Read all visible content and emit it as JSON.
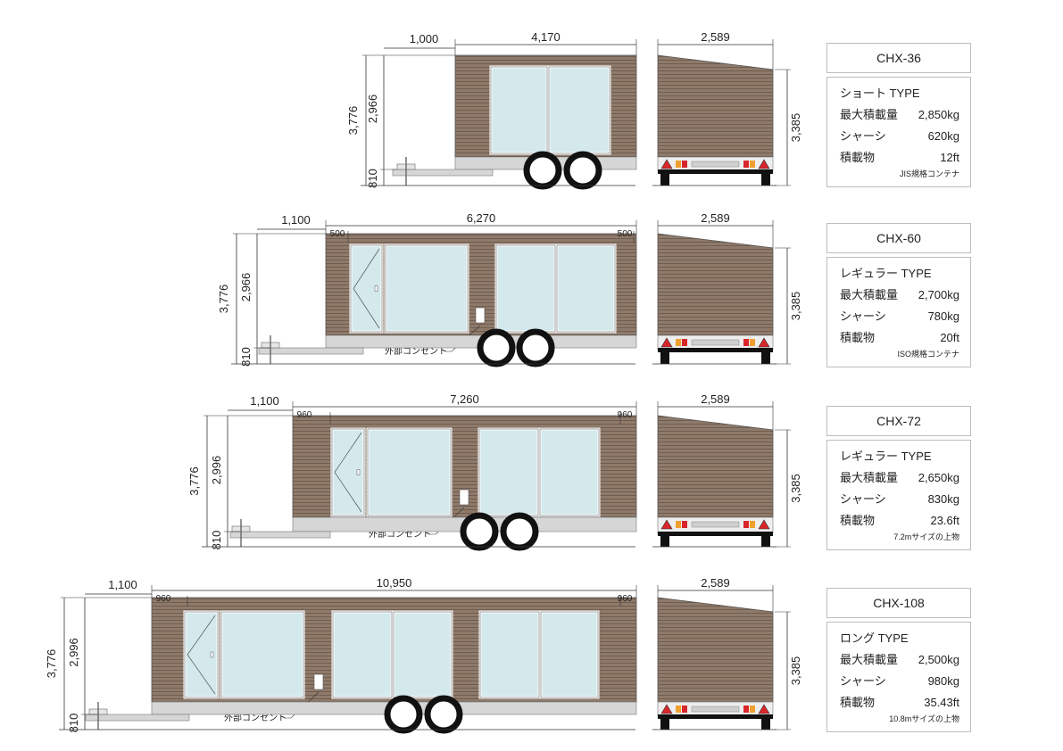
{
  "models": [
    {
      "id": "CHX-36",
      "type": "ショート TYPE",
      "specs": [
        {
          "label": "最大積載量",
          "value": "2,850kg"
        },
        {
          "label": "シャーシ",
          "value": "620kg"
        },
        {
          "label": "積載物",
          "value": "12ft"
        }
      ],
      "note": "JIS規格コンテナ",
      "dims": {
        "overall_height": "3,776",
        "body_height": "2,966",
        "chassis_height": "810",
        "hitch": "1,000",
        "body_length": "4,170",
        "width": "2,589",
        "end_height": "3,385"
      }
    },
    {
      "id": "CHX-60",
      "type": "レギュラー TYPE",
      "specs": [
        {
          "label": "最大積載量",
          "value": "2,700kg"
        },
        {
          "label": "シャーシ",
          "value": "780kg"
        },
        {
          "label": "積載物",
          "value": "20ft"
        }
      ],
      "note": "ISO規格コンテナ",
      "outlet": "外部コンセント",
      "dims": {
        "overall_height": "3,776",
        "body_height": "2,966",
        "chassis_height": "810",
        "hitch": "1,100",
        "body_length": "6,270",
        "overhang_front": "500",
        "overhang_rear": "500",
        "width": "2,589",
        "end_height": "3,385"
      }
    },
    {
      "id": "CHX-72",
      "type": "レギュラー TYPE",
      "specs": [
        {
          "label": "最大積載量",
          "value": "2,650kg"
        },
        {
          "label": "シャーシ",
          "value": "830kg"
        },
        {
          "label": "積載物",
          "value": "23.6ft"
        }
      ],
      "note": "7.2mサイズの上物",
      "outlet": "外部コンセント",
      "dims": {
        "overall_height": "3,776",
        "body_height": "2,996",
        "chassis_height": "810",
        "hitch": "1,100",
        "body_length": "7,260",
        "overhang_front": "960",
        "overhang_rear": "960",
        "width": "2,589",
        "end_height": "3,385"
      }
    },
    {
      "id": "CHX-108",
      "type": "ロング TYPE",
      "specs": [
        {
          "label": "最大積載量",
          "value": "2,500kg"
        },
        {
          "label": "シャーシ",
          "value": "980kg"
        },
        {
          "label": "積載物",
          "value": "35.43ft"
        }
      ],
      "note": "10.8mサイズの上物",
      "outlet": "外部コンセント",
      "dims": {
        "overall_height": "3,776",
        "body_height": "2,996",
        "chassis_height": "810",
        "hitch": "1,100",
        "body_length": "10,950",
        "overhang_front": "960",
        "overhang_rear": "960",
        "width": "2,589",
        "end_height": "3,385"
      }
    }
  ],
  "colors": {
    "siding": "#8f7a6a",
    "siding_line": "#6a5a4e",
    "end_siding": "#8a7565",
    "glass": "#d3e9ec",
    "frame": "#ffffff",
    "chassis": "#d6d6d6",
    "wheel": "#111111",
    "tail_red": "#d8262a",
    "tail_amber": "#f0a030"
  }
}
